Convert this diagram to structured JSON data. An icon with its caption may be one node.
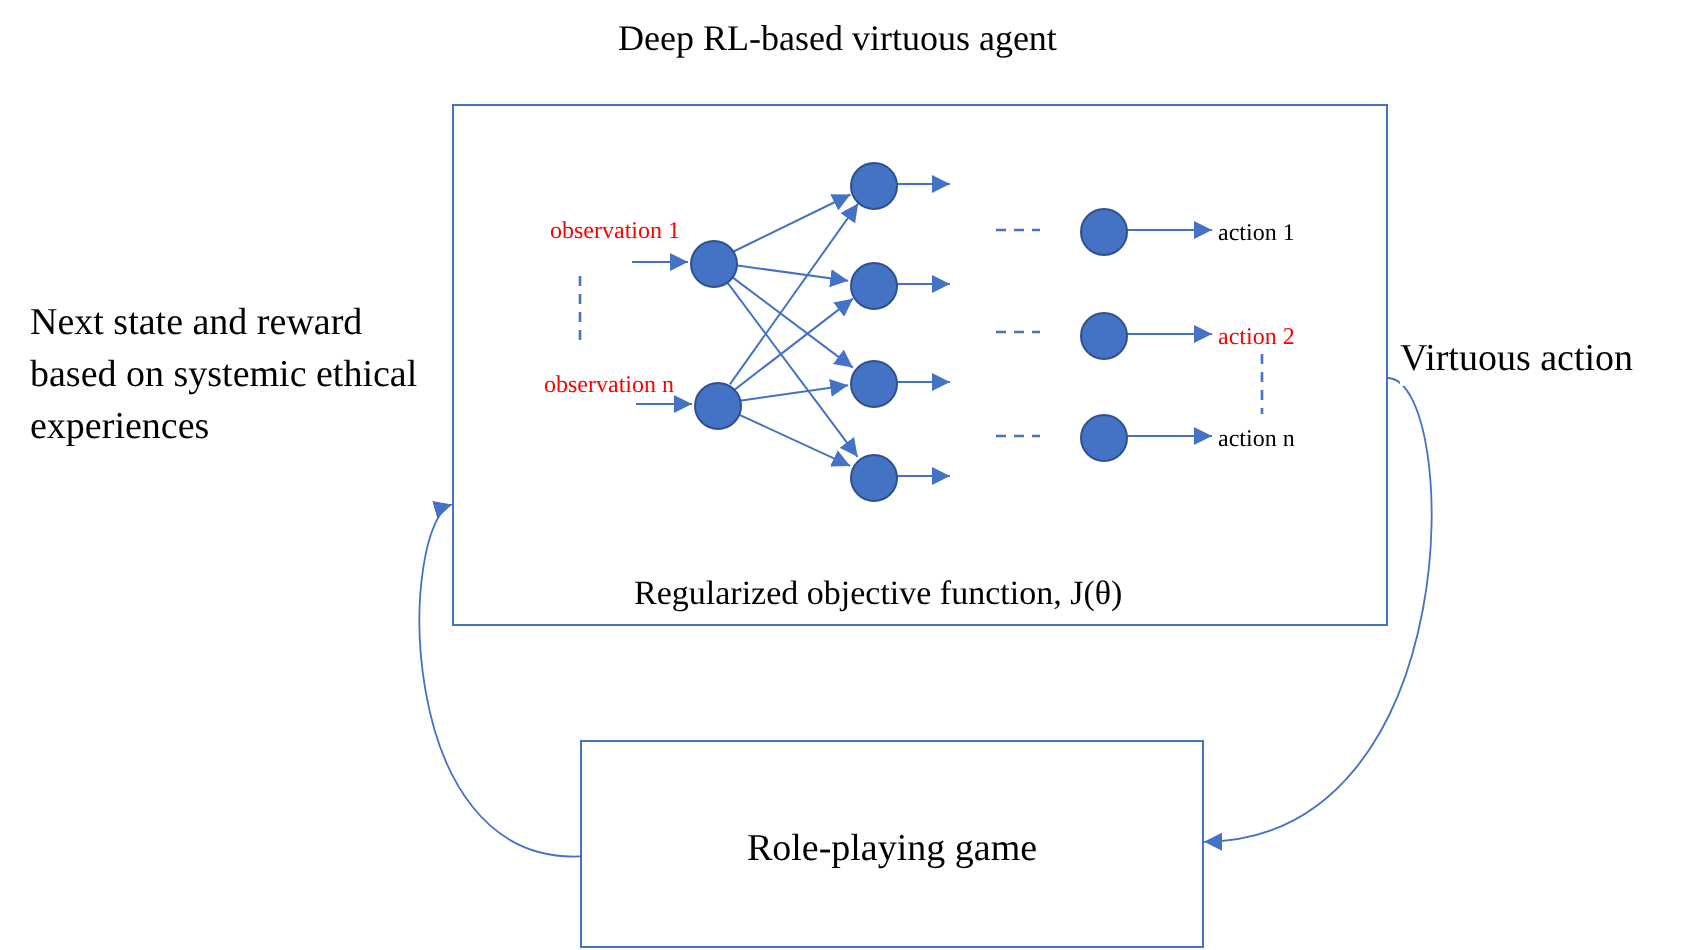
{
  "diagram": {
    "nodes": [
      {
        "text": [
          "Deep RL-based virtuous agent",
          "Regularized objective function, J(θ)"
        ]
      },
      {
        "text": [],
        "shape": "circle",
        "in": 0,
        "beside": [
          "observation 1"
        ]
      },
      {
        "text": [],
        "shape": "circle",
        "in": 0,
        "beside": [
          "observation n"
        ]
      },
      {
        "text": [],
        "shape": "circle",
        "in": 0
      },
      {
        "text": [],
        "shape": "circle",
        "in": 0
      },
      {
        "text": [],
        "shape": "circle",
        "in": 0
      },
      {
        "text": [],
        "shape": "circle",
        "in": 0
      },
      {
        "text": [],
        "shape": "circle",
        "in": 0
      },
      {
        "text": [],
        "shape": "circle",
        "in": 0
      },
      {
        "text": [],
        "shape": "circle",
        "in": 0
      },
      {
        "text": [
          "action 1"
        ],
        "in": 0
      },
      {
        "text": [
          "action 2"
        ],
        "in": 0
      },
      {
        "text": [
          "action n"
        ],
        "in": 0
      },
      {
        "text": [
          "Role-playing game"
        ]
      }
    ],
    "edges": [
      {
        "from": null,
        "to": 1,
        "arrow": "to"
      },
      {
        "from": null,
        "to": 2,
        "arrow": "to"
      },
      {
        "from": 1,
        "to": 3,
        "arrow": "to"
      },
      {
        "from": 1,
        "to": 4,
        "arrow": "to"
      },
      {
        "from": 1,
        "to": 5,
        "arrow": "to"
      },
      {
        "from": 1,
        "to": 6,
        "arrow": "to"
      },
      {
        "from": 2,
        "to": 3,
        "arrow": "to"
      },
      {
        "from": 2,
        "to": 4,
        "arrow": "to"
      },
      {
        "from": 2,
        "to": 5,
        "arrow": "to"
      },
      {
        "from": 2,
        "to": 6,
        "arrow": "to"
      },
      {
        "from": 3,
        "to": null,
        "arrow": "to"
      },
      {
        "from": 4,
        "to": null,
        "arrow": "to"
      },
      {
        "from": 5,
        "to": null,
        "arrow": "to"
      },
      {
        "from": 6,
        "to": null,
        "arrow": "to"
      },
      {
        "from": 7,
        "to": 10,
        "arrow": "to"
      },
      {
        "from": 8,
        "to": 11,
        "arrow": "to"
      },
      {
        "from": 9,
        "to": 12,
        "arrow": "to"
      },
      {
        "from": 0,
        "to": 13,
        "arrow": "to",
        "label": "Virtuous action"
      },
      {
        "from": 13,
        "to": 0,
        "arrow": "to",
        "label": "Next state and reward based on systemic ethical experiences"
      }
    ]
  }
}
